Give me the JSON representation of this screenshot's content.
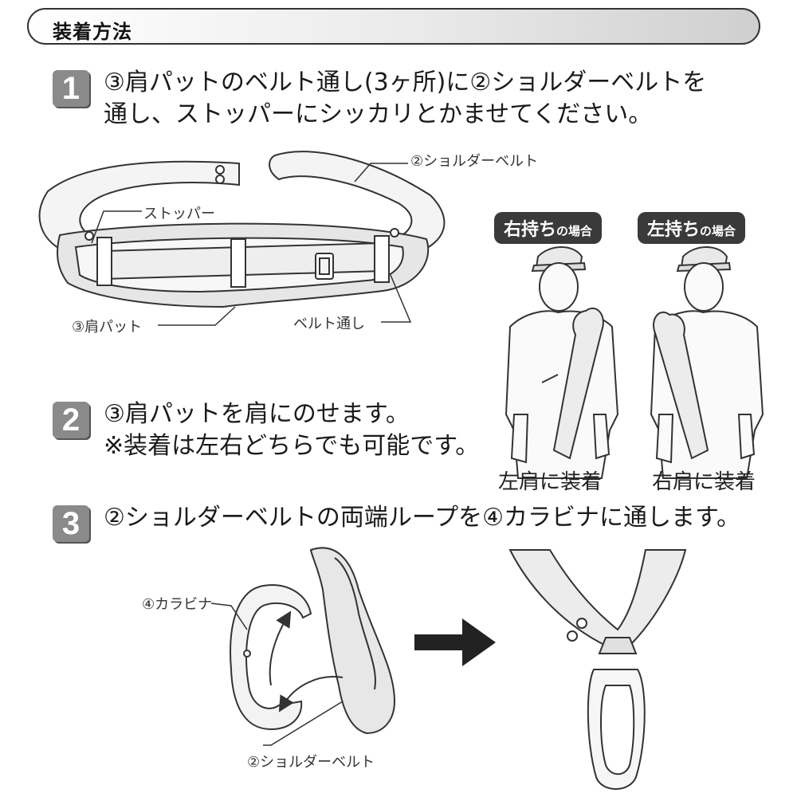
{
  "header": {
    "title": "装着方法"
  },
  "steps": [
    {
      "number": "1",
      "line1": "③肩パットのベルト通し(3ヶ所)に②ショルダーベルトを",
      "line2": "通し、ストッパーにシッカリとかませてください。"
    },
    {
      "number": "2",
      "line1": "③肩パットを肩にのせます。",
      "line2": "※装着は左右どちらでも可能です。"
    },
    {
      "number": "3",
      "line1": "②ショルダーベルトの両端ループを④カラビナに通します。"
    }
  ],
  "diagram1": {
    "shoulder_belt": "②ショルダーベルト",
    "stopper": "ストッパー",
    "shoulder_pad": "③肩パット",
    "belt_loop": "ベルト通し"
  },
  "wearing": {
    "right": {
      "tag_main": "右持ち",
      "tag_small": "の場合",
      "caption": "左肩に装着"
    },
    "left": {
      "tag_main": "左持ち",
      "tag_small": "の場合",
      "caption": "右肩に装着"
    }
  },
  "diagram3": {
    "carabiner": "④カラビナ",
    "shoulder_belt": "②ショルダーベルト"
  }
}
